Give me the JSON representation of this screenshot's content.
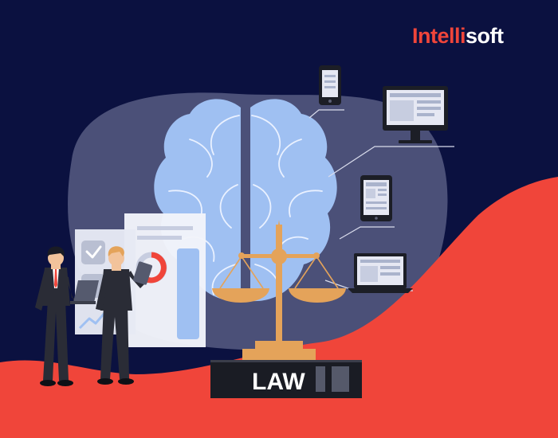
{
  "brand": {
    "logo_part1": "Intelli",
    "logo_part2": "soft"
  },
  "illustration": {
    "book_label": "LAW"
  },
  "colors": {
    "background": "#0b1140",
    "accent_red": "#f0453a",
    "brain_blue": "#9fc0f2",
    "scale_gold": "#e4a35a",
    "blob": "#4b5078"
  },
  "icons": [
    "brain-icon",
    "scales-of-justice-icon",
    "smartphone-icon",
    "desktop-monitor-icon",
    "tablet-icon",
    "laptop-icon",
    "checkmark-icon",
    "donut-chart-icon"
  ]
}
